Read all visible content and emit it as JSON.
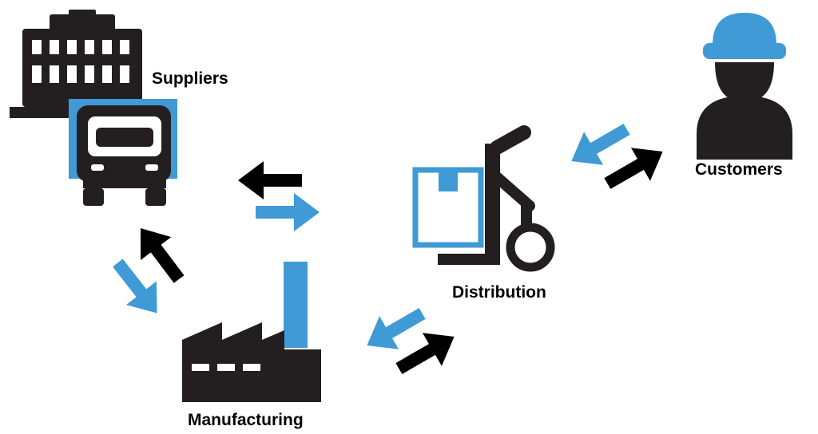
{
  "labels": {
    "suppliers": "Suppliers",
    "customers": "Customers",
    "distribution": "Distribution",
    "manufacturing": "Manufacturing"
  },
  "colors": {
    "accent_blue": "#3f9ad6",
    "dark": "#231f20",
    "black": "#000000"
  },
  "icons": [
    "building-icon",
    "truck-icon",
    "factory-icon",
    "hand-truck-icon",
    "box-icon",
    "worker-icon"
  ]
}
